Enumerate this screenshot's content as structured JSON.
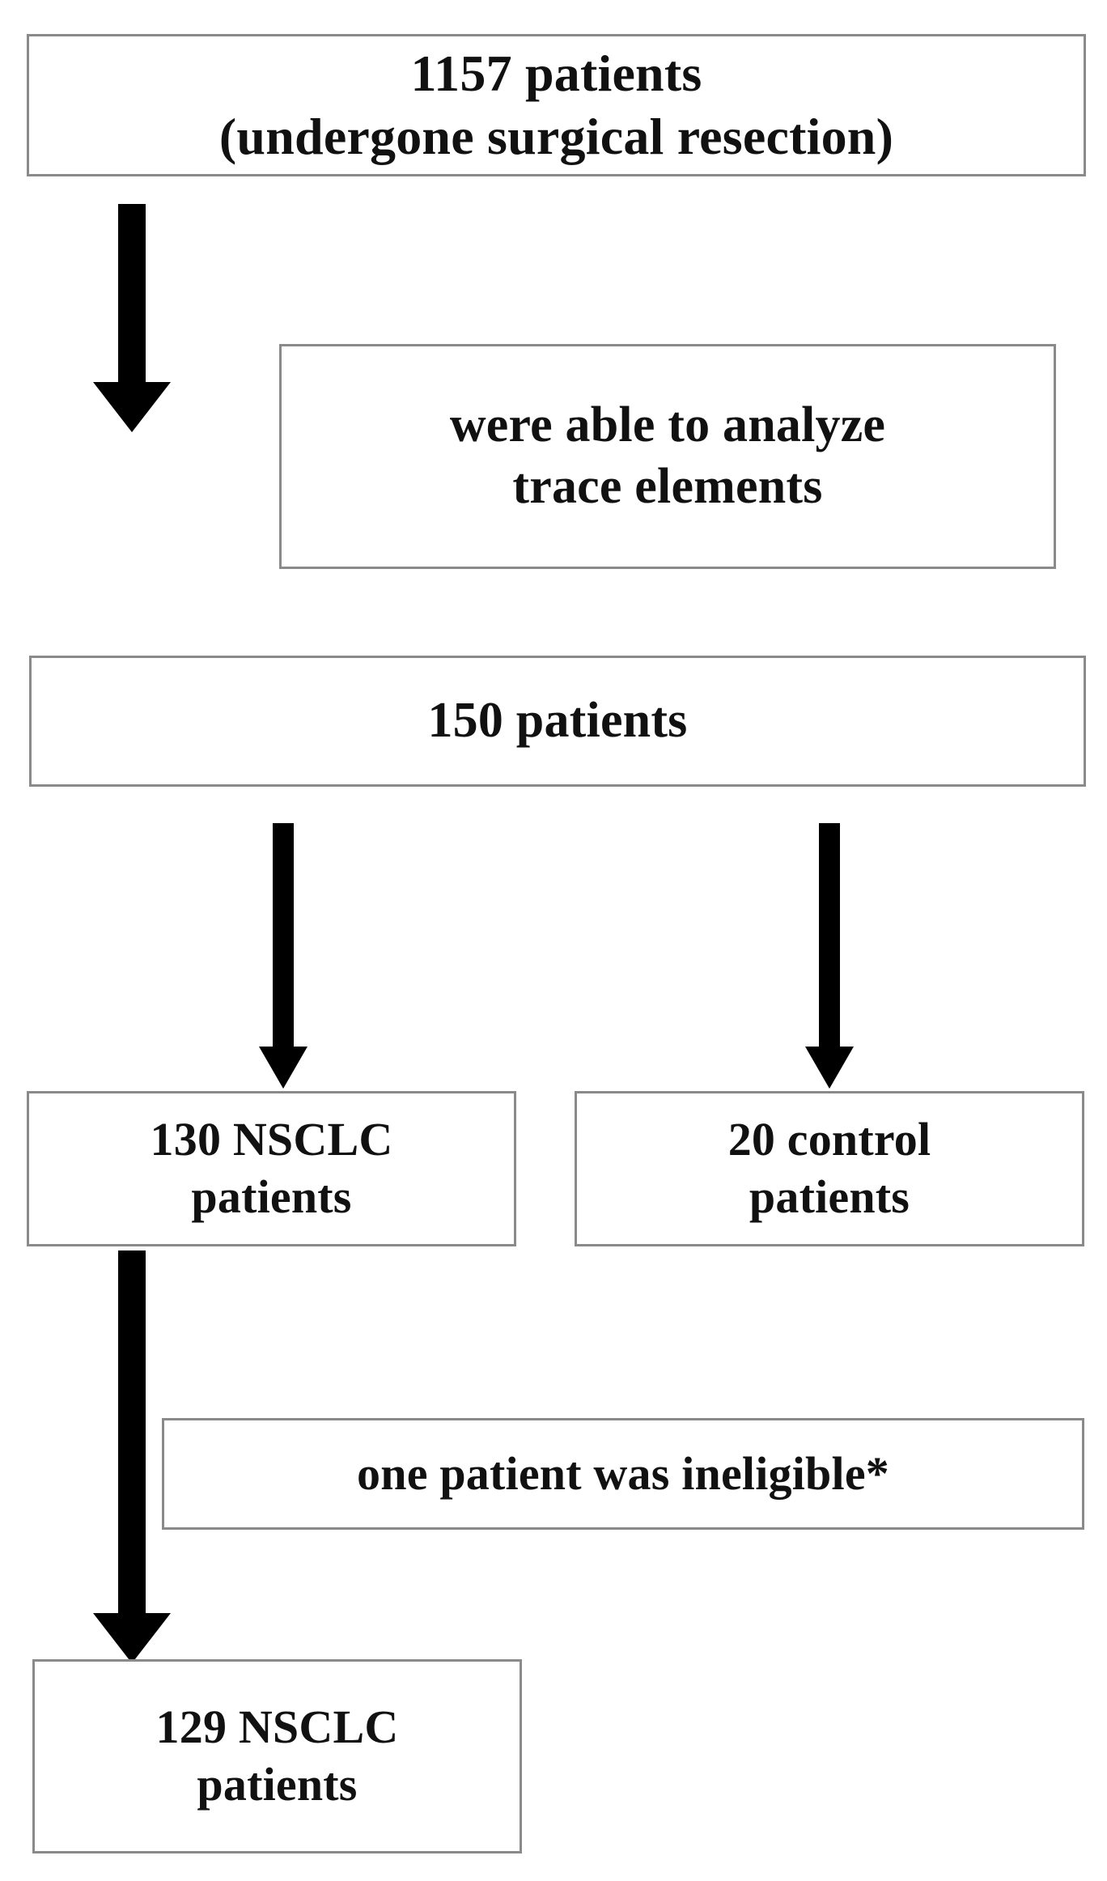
{
  "diagram": {
    "title": "Patient enrollment flow diagram",
    "type": "flowchart",
    "colors": {
      "box_border": "#8a8a8a",
      "box_fill": "#ffffff",
      "arrow": "#000000",
      "text": "#111111",
      "background": "#ffffff"
    },
    "nodes": [
      {
        "id": "top",
        "text": "1157 patients\n(undergone surgical resection)",
        "line1": "1157 patients",
        "line2": "(undergone surgical resection)"
      },
      {
        "id": "analyze",
        "text": "were able to analyze\ntrace elements",
        "line1": "were able to analyze",
        "line2": "trace elements"
      },
      {
        "id": "patients150",
        "text": "150 patients"
      },
      {
        "id": "nsclc130",
        "text": "130 NSCLC\npatients",
        "line1": "130 NSCLC",
        "line2": "patients"
      },
      {
        "id": "control20",
        "text": "20 control\npatients",
        "line1": "20 control",
        "line2": "patients"
      },
      {
        "id": "ineligible",
        "text": "one patient was ineligible*"
      },
      {
        "id": "nsclc129",
        "text": "129 NSCLC\npatients",
        "line1": "129 NSCLC",
        "line2": "patients"
      }
    ],
    "arrows": [
      {
        "id": "arrow-1",
        "from": "top",
        "to": "patients150",
        "style": "thick",
        "direction": "down"
      },
      {
        "id": "arrow-branch-left",
        "from": "patients150",
        "to": "nsclc130",
        "style": "thin",
        "direction": "down"
      },
      {
        "id": "arrow-branch-right",
        "from": "patients150",
        "to": "control20",
        "style": "thin",
        "direction": "down"
      },
      {
        "id": "arrow-3",
        "from": "nsclc130",
        "to": "nsclc129",
        "style": "thick",
        "direction": "down"
      }
    ]
  }
}
